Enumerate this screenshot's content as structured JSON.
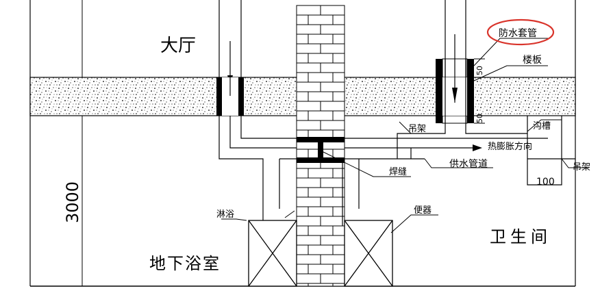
{
  "labels": {
    "hall": "大厅",
    "waterproof_sleeve": "防水套管",
    "floor_slab": "楼板",
    "hanger_1": "吊架",
    "trench": "沟槽",
    "thermal_expansion_direction": "热膨胀方向",
    "hanger_2": "吊架",
    "weld_seam": "焊缝",
    "water_supply_pipe": "供水管道",
    "toilet_fixture": "便器",
    "shower": "淋浴",
    "bathroom": "卫生间",
    "basement_bathroom": "地下浴室",
    "height_dim": "3000",
    "width_dim": "100",
    "sleeve_dim_top": "50",
    "sleeve_dim_bottom": "50"
  },
  "colors": {
    "line": "#000000",
    "highlight_ellipse": "#d9342b",
    "background": "#ffffff"
  }
}
